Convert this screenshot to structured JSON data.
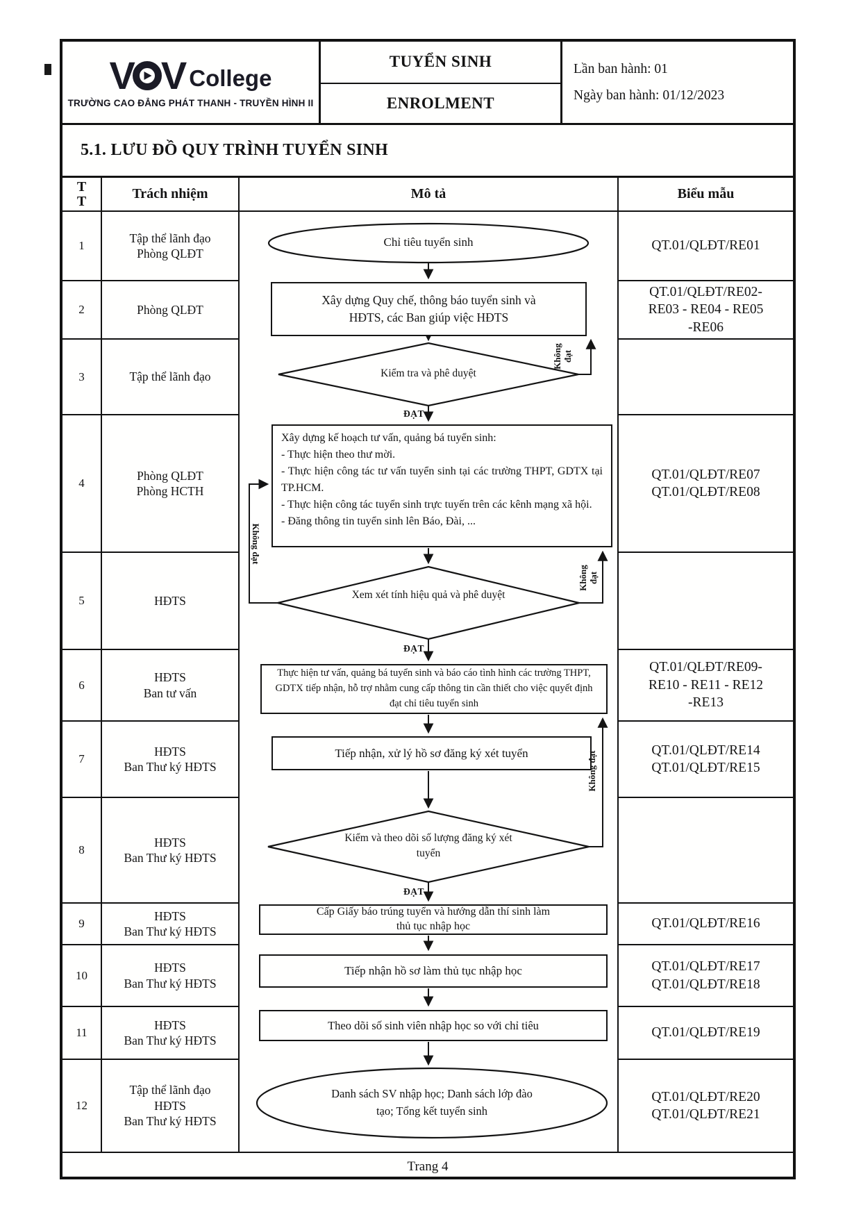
{
  "header": {
    "logo": {
      "brand": "VOV",
      "brand_suffix": "College",
      "play_icon": "play-triangle",
      "school_name": "TRƯỜNG CAO ĐẲNG PHÁT THANH - TRUYỀN HÌNH II"
    },
    "doc_title_vi": "TUYỂN SINH",
    "doc_title_en": "ENROLMENT",
    "issue_line1": "Lần ban hành: 01",
    "issue_line2": "Ngày ban hành: 01/12/2023"
  },
  "section_title": "5.1. LƯU ĐỒ QUY TRÌNH TUYỂN SINH",
  "table": {
    "headers": {
      "tt": "TT",
      "responsibility": "Trách nhiệm",
      "description": "Mô tả",
      "form": "Biểu mẫu"
    },
    "rows": [
      {
        "tt": "1",
        "responsibility": "Tập thể lãnh đạo\nPhòng QLĐT",
        "form": "QT.01/QLĐT/RE01"
      },
      {
        "tt": "2",
        "responsibility": "Phòng QLĐT",
        "form": "QT.01/QLĐT/RE02-\nRE03 - RE04 - RE05\n-RE06"
      },
      {
        "tt": "3",
        "responsibility": "Tập thể lãnh đạo",
        "form": ""
      },
      {
        "tt": "4",
        "responsibility": "Phòng QLĐT\nPhòng HCTH",
        "form": "QT.01/QLĐT/RE07\nQT.01/QLĐT/RE08"
      },
      {
        "tt": "5",
        "responsibility": "HĐTS",
        "form": ""
      },
      {
        "tt": "6",
        "responsibility": "HĐTS\nBan tư vấn",
        "form": "QT.01/QLĐT/RE09-\nRE10 - RE11 - RE12\n-RE13"
      },
      {
        "tt": "7",
        "responsibility": "HĐTS\nBan Thư ký HĐTS",
        "form": "QT.01/QLĐT/RE14\nQT.01/QLĐT/RE15"
      },
      {
        "tt": "8",
        "responsibility": "HĐTS\nBan Thư ký HĐTS",
        "form": ""
      },
      {
        "tt": "9",
        "responsibility": "HĐTS\nBan Thư ký HĐTS",
        "form": "QT.01/QLĐT/RE16"
      },
      {
        "tt": "10",
        "responsibility": "HĐTS\nBan Thư ký HĐTS",
        "form": "QT.01/QLĐT/RE17\nQT.01/QLĐT/RE18"
      },
      {
        "tt": "11",
        "responsibility": "HĐTS\nBan Thư ký HĐTS",
        "form": "QT.01/QLĐT/RE19"
      },
      {
        "tt": "12",
        "responsibility": "Tập thể lãnh đạo\nHĐTS\nBan Thư ký HĐTS",
        "form": "QT.01/QLĐT/RE20\nQT.01/QLĐT/RE21"
      }
    ]
  },
  "flowchart": {
    "labels": {
      "pass": "ĐẠT",
      "fail": "Không đạt"
    },
    "nodes": [
      {
        "id": "n1",
        "shape": "ellipse",
        "text": "Chỉ tiêu tuyển sinh"
      },
      {
        "id": "n2",
        "shape": "rect",
        "text": "Xây dựng Quy chế, thông báo tuyển sinh và HĐTS, các Ban giúp việc HĐTS"
      },
      {
        "id": "n3",
        "shape": "diamond",
        "text": "Kiểm tra và phê duyệt"
      },
      {
        "id": "n4",
        "shape": "rect",
        "text": "Xây dựng kế hoạch tư vấn, quảng bá tuyển sinh:\n- Thực hiện theo thư mời.\n- Thực hiện công tác tư vấn tuyển sinh tại các trường THPT, GDTX tại TP.HCM.\n- Thực hiện công tác tuyển sinh trực tuyến trên các kênh mạng xã hội.\n- Đăng thông tin tuyển sinh lên Báo, Đài, ..."
      },
      {
        "id": "n5",
        "shape": "diamond",
        "text": "Xem xét tính hiệu quả và phê duyệt"
      },
      {
        "id": "n6",
        "shape": "rect",
        "text": "Thực hiện tư vấn, quảng bá tuyển sinh và báo cáo tình hình các trường THPT, GDTX tiếp nhận, hỗ trợ nhằm cung cấp thông tin cần thiết cho việc quyết định đạt chỉ tiêu tuyển sinh"
      },
      {
        "id": "n7",
        "shape": "rect",
        "text": "Tiếp nhận, xử lý hồ sơ đăng ký xét tuyển"
      },
      {
        "id": "n8",
        "shape": "diamond",
        "text": "Kiểm và theo dõi số lượng đăng ký xét tuyển"
      },
      {
        "id": "n9",
        "shape": "rect",
        "text": "Cấp Giấy báo trúng tuyển và hướng dẫn thí sinh làm thủ tục nhập học"
      },
      {
        "id": "n10",
        "shape": "rect",
        "text": "Tiếp nhận hồ sơ làm thủ tục nhập học"
      },
      {
        "id": "n11",
        "shape": "rect",
        "text": "Theo dõi số sinh viên nhập học so với chỉ tiêu"
      },
      {
        "id": "n12",
        "shape": "ellipse",
        "text": "Danh sách SV nhập học; Danh sách lớp đào tạo; Tổng kết tuyển sinh"
      }
    ]
  },
  "footer": {
    "page_label": "Trang 4"
  },
  "colors": {
    "ink": "#141414",
    "paper": "#fffffe",
    "logo": "#1b1b26"
  }
}
